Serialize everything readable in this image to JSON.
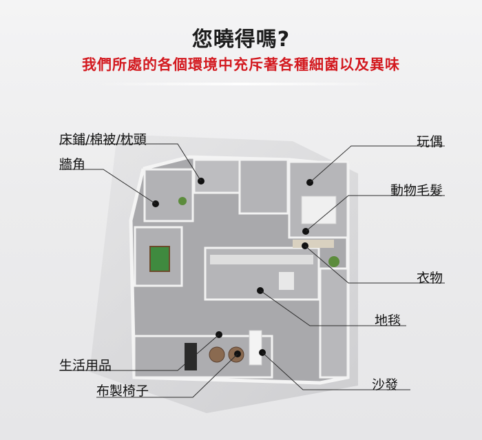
{
  "header": {
    "title": "您曉得嗎?",
    "subtitle": "我們所處的各個環境中充斥著各種細菌以及異味"
  },
  "labels": {
    "bed": "床鋪/棉被/枕頭",
    "wall_corner": "牆角",
    "toys": "玩偶",
    "pet_hair": "動物毛髮",
    "clothes": "衣物",
    "carpet": "地毯",
    "daily_goods": "生活用品",
    "fabric_chair": "布製椅子",
    "sofa": "沙發"
  }
}
